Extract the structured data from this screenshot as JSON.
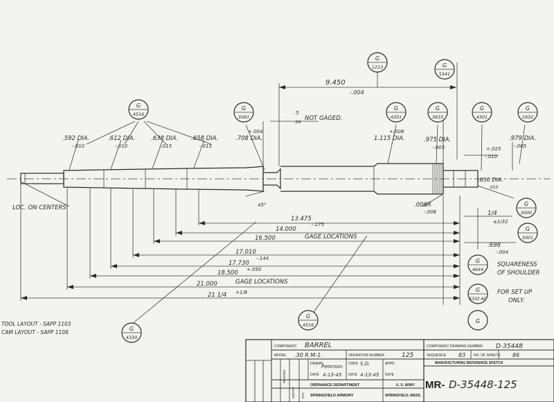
{
  "drawing": {
    "loc_on_centers": "LOC. ON CENTERS",
    "not_gaged": "NOT GAGED.",
    "not_gaged_tol": ".5",
    "not_gaged_tol2": ".04",
    "gage_locations": "GAGE LOCATIONS",
    "gage_locations_2": "GAGE LOCATIONS",
    "squareness_1": "SQUARENESS",
    "squareness_2": "OF SHOULDER",
    "setup_1": "FOR SET UP",
    "setup_2": "ONLY.",
    "tool_layout_1": "TOOL LAYOUT - SAPP 1103",
    "tool_layout_2": "CAM LAYOUT - SAPP 1108",
    "angle": "45°",
    "dia_dims": [
      {
        "val": ".592 DIA.",
        "tol": "-.010"
      },
      {
        "val": ".612 DIA.",
        "tol": "-.010"
      },
      {
        "val": ".638 DIA.",
        "tol": "-.015"
      },
      {
        "val": ".658 DIA.",
        "tol": "-.015"
      }
    ],
    "dim_708": {
      "val": ".708 DIA.",
      "tol": "+.004"
    },
    "dim_1115": {
      "val": "1.115 DIA.",
      "tol": "+.008"
    },
    "dim_975": {
      "val": ".975 DIA.",
      "tol": "-.003"
    },
    "dim_979": {
      "val": ".979 DIA.",
      "tol": "-.005"
    },
    "dim_025": {
      "val": "+.025",
      "tol": "-.010"
    },
    "dim_650": {
      "val": ".650 DIA.",
      "tol": ".010"
    },
    "dim_9450": {
      "val": "9.450",
      "tol": "-.004"
    },
    "dim_008r": {
      "val": ".008R",
      "tol": "-.008"
    },
    "dim_quarter": {
      "val": "1/4",
      "tol": "±1/32"
    },
    "dim_698": {
      "val": ".698",
      "tol": "-.004"
    },
    "length_dims": [
      {
        "val": "13.475",
        "tol": "-.175"
      },
      {
        "val": "14.000",
        "tol": ""
      },
      {
        "val": "16.500",
        "tol": ""
      },
      {
        "val": "17.010",
        "tol": "-.144"
      },
      {
        "val": "17.730",
        "tol": "+.050"
      },
      {
        "val": "18.500",
        "tol": ""
      },
      {
        "val": "21.000",
        "tol": ""
      },
      {
        "val": "21 1/4",
        "tol": "+1/8"
      }
    ],
    "bubbles": [
      {
        "top": "G",
        "bot": "4516"
      },
      {
        "top": "G",
        "bot": "3061"
      },
      {
        "top": "G",
        "bot": "1213"
      },
      {
        "top": "G",
        "bot": "5341"
      },
      {
        "top": "G",
        "bot": "4301"
      },
      {
        "top": "G",
        "bot": "3833"
      },
      {
        "top": "G",
        "bot": "4301"
      },
      {
        "top": "G",
        "bot": "1832"
      },
      {
        "top": "G",
        "bot": "3000"
      },
      {
        "top": "G",
        "bot": "3001"
      },
      {
        "top": "G",
        "bot": "4644"
      },
      {
        "top": "G",
        "bot": "3332 AC"
      },
      {
        "top": "G",
        "bot": "4516"
      },
      {
        "top": "G",
        "bot": "4330"
      },
      {
        "top": "G",
        "bot": ""
      }
    ]
  },
  "title_block": {
    "component_label": "COMPONENT",
    "component": "BARREL",
    "model_label": "MODEL",
    "model": ".30 R M-1.",
    "operation_label": "OPERATION NUMBER",
    "operation": "125",
    "drawn_label": "DRAWN",
    "drawn_by": "Peterson",
    "date_label": "DATE",
    "drawn_date": "4-13-45",
    "chkd_label": "CHKD",
    "chkd_by": "S.O.",
    "chkd_date": "4-13-45",
    "appd_label": "APPD",
    "appd_date_label": "DATE",
    "ordnance": "ORDNANCE DEPARTMENT",
    "armory": "SPRINGFIELD ARMORY",
    "us_army": "U. S. ARMY",
    "springfield": "SPRINGFIELD, MASS.",
    "revised": "REVISED",
    "month": "MONTH",
    "day": "DAY",
    "comp_drawing_label": "COMPONENT DRAWING NUMBER",
    "comp_drawing": "D-35448",
    "sequence_label": "SEQUENCE",
    "sequence": "83",
    "sheets_label": "NO. OF SHEETS",
    "sheets": "86",
    "mfg_ref": "MANUFACTURING REFERENCE SKETCH",
    "mr_prefix": "MR-",
    "mr_number": "D-35448-125"
  },
  "colors": {
    "ink": "#2b2b2b",
    "paper": "#f3f3ef"
  }
}
